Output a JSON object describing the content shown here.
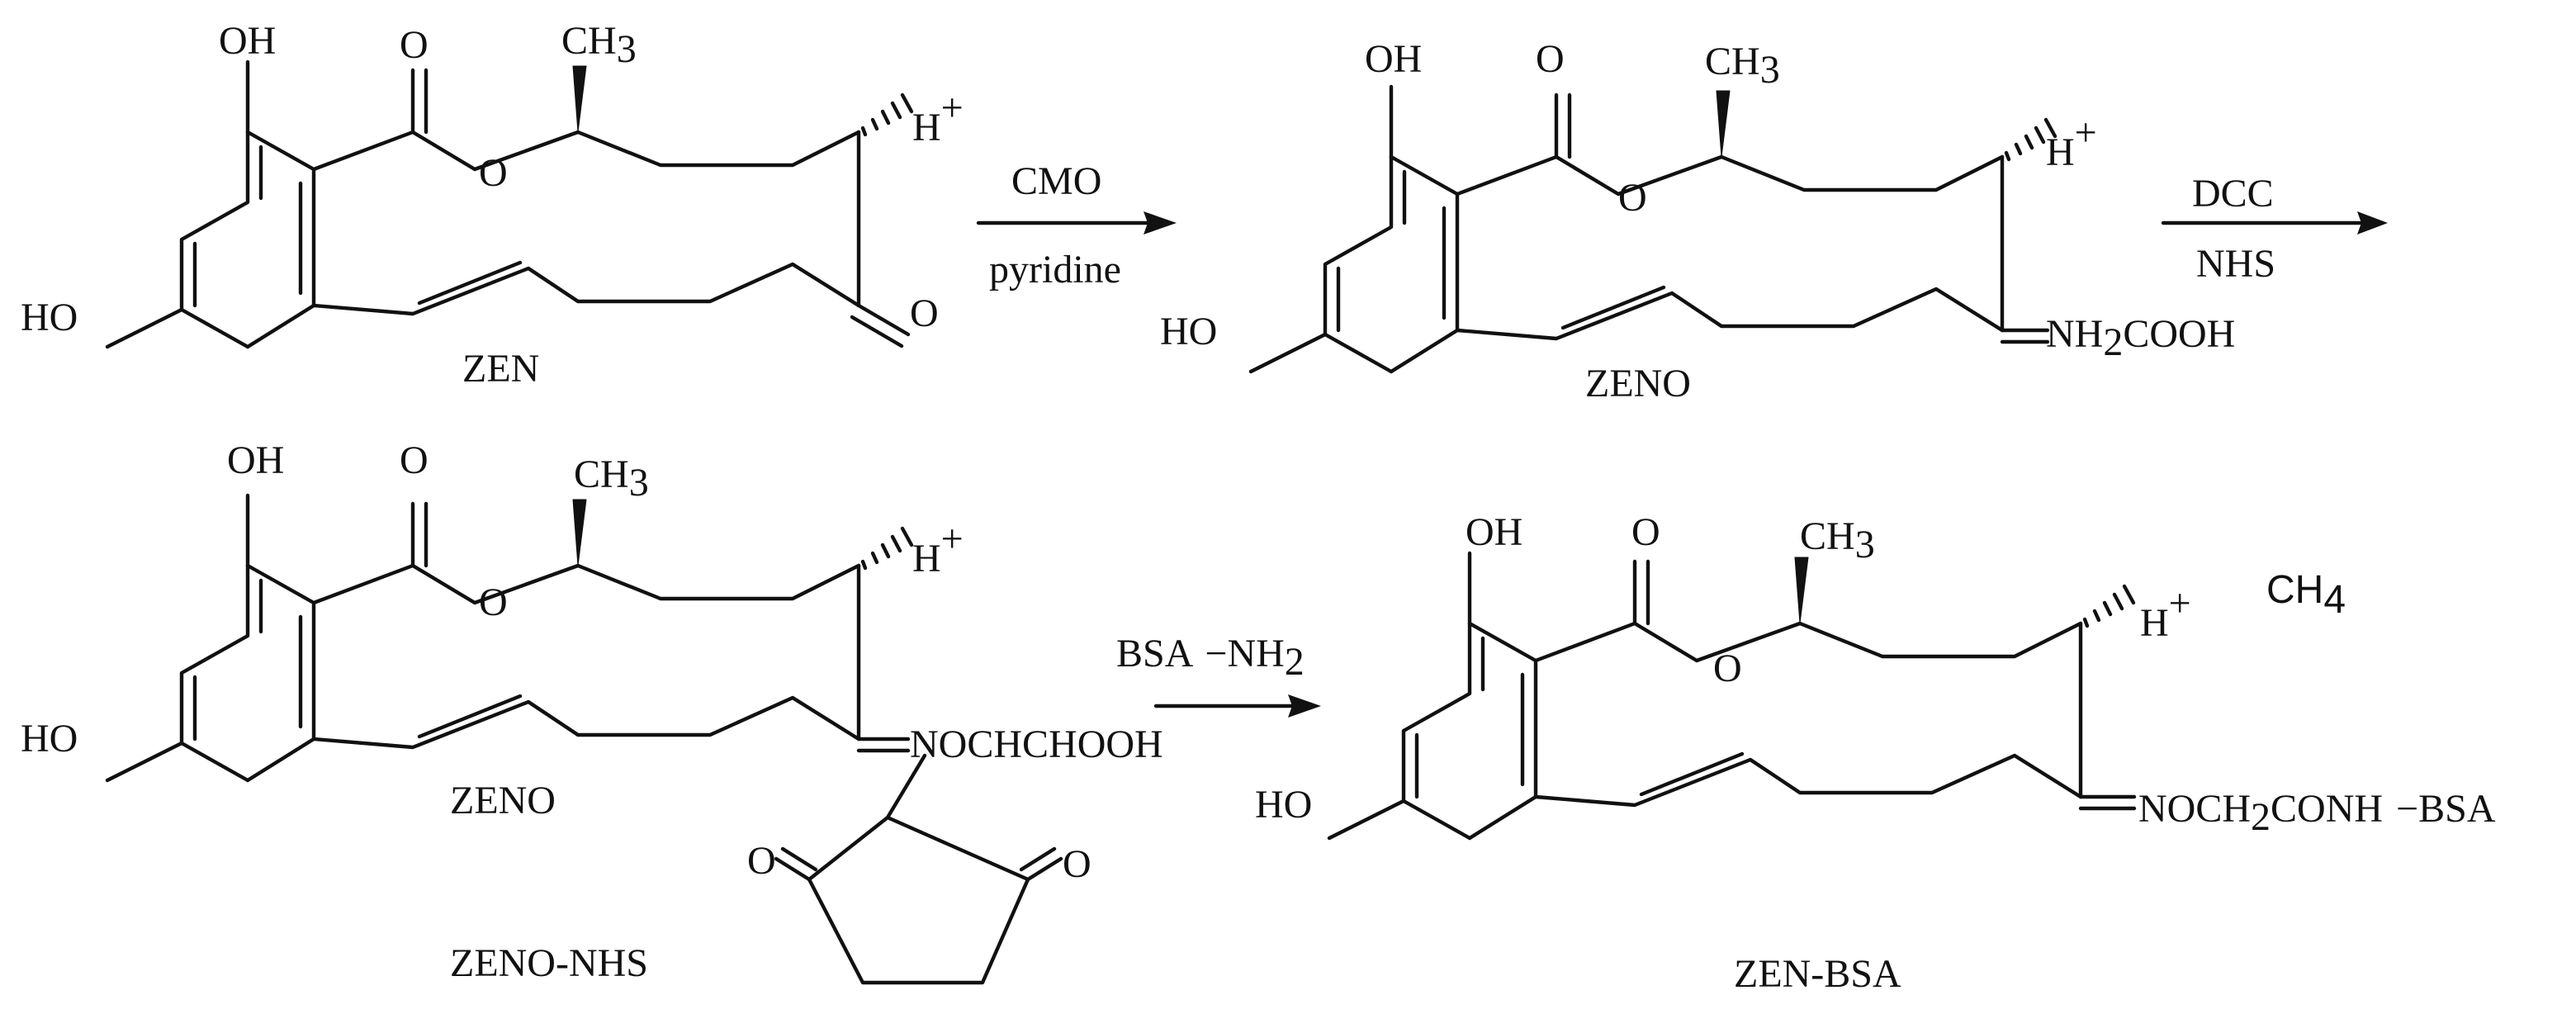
{
  "compounds": {
    "zen": {
      "name": "ZEN",
      "oh": "OH",
      "ho": "HO",
      "o": "O",
      "ring_o": "O",
      "ketone_o": "O",
      "methyl": "CH",
      "methyl_sub": "3",
      "h": "H",
      "h_charge": "+"
    },
    "zeno": {
      "name": "ZENO",
      "oh": "OH",
      "ho": "HO",
      "o": "O",
      "ring_o": "O",
      "methyl": "CH",
      "methyl_sub": "3",
      "h": "H",
      "h_charge": "+",
      "sub_a": "NH",
      "sub_a_sub": "2",
      "sub_b": "COOH"
    },
    "zeno_nhs": {
      "name": "ZENO",
      "label": "ZENO-NHS",
      "oh": "OH",
      "ho": "HO",
      "o": "O",
      "ring_o": "O",
      "methyl": "CH",
      "methyl_sub": "3",
      "h": "H",
      "h_charge": "+",
      "substituent": "NOCHCHOOH",
      "nhs_o_left": "O",
      "nhs_o_right": "O"
    },
    "zen_bsa": {
      "name": "ZEN-BSA",
      "oh": "OH",
      "ho": "HO",
      "o": "O",
      "ring_o": "O",
      "methyl": "CH",
      "methyl_sub": "3",
      "h": "H",
      "h_charge": "+",
      "sub_a": "NOCH",
      "sub_a_sub": "2",
      "sub_b": "CONH",
      "dash": "−",
      "bsa": "BSA"
    }
  },
  "reactions": {
    "step1": {
      "reagent_top": "CMO",
      "reagent_bottom": "pyridine"
    },
    "step2": {
      "reagent_top": "DCC",
      "reagent_bottom": "NHS"
    },
    "step3": {
      "reagent": "BSA",
      "dash": "−",
      "nh": "NH",
      "nh_sub": "2"
    }
  },
  "extra_label": {
    "text": "CH",
    "sub": "4"
  }
}
